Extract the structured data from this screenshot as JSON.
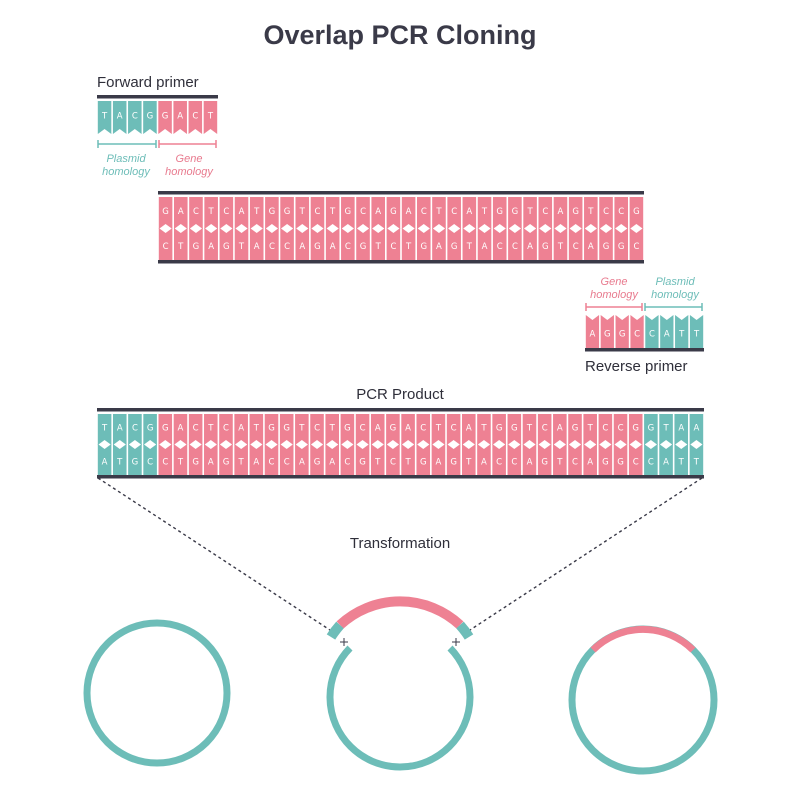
{
  "title": "Overlap PCR Cloning",
  "forward_primer": {
    "label": "Forward primer",
    "bases": [
      "T",
      "A",
      "C",
      "G",
      "G",
      "A",
      "C",
      "T"
    ],
    "plasmid_homology": [
      "Plasmid",
      "homology"
    ],
    "gene_homology": [
      "Gene",
      "homology"
    ]
  },
  "gene": {
    "top": [
      "G",
      "A",
      "C",
      "T",
      "C",
      "A",
      "T",
      "G",
      "G",
      "T",
      "C",
      "T",
      "G",
      "C",
      "A",
      "G",
      "A",
      "C",
      "T",
      "C",
      "A",
      "T",
      "G",
      "G",
      "T",
      "C",
      "A",
      "G",
      "T",
      "C",
      "C",
      "G"
    ],
    "bottom": [
      "C",
      "T",
      "G",
      "A",
      "G",
      "T",
      "A",
      "C",
      "C",
      "A",
      "G",
      "A",
      "C",
      "G",
      "T",
      "C",
      "T",
      "G",
      "A",
      "G",
      "T",
      "A",
      "C",
      "C",
      "A",
      "G",
      "T",
      "C",
      "A",
      "G",
      "G",
      "C"
    ]
  },
  "reverse_primer": {
    "label": "Reverse primer",
    "bases": [
      "A",
      "G",
      "G",
      "C",
      "C",
      "A",
      "T",
      "T"
    ],
    "gene_homology": [
      "Gene",
      "homology"
    ],
    "plasmid_homology": [
      "Plasmid",
      "homology"
    ]
  },
  "pcr_product": {
    "label": "PCR Product",
    "top": [
      "T",
      "A",
      "C",
      "G",
      "G",
      "A",
      "C",
      "T",
      "C",
      "A",
      "T",
      "G",
      "G",
      "T",
      "C",
      "T",
      "G",
      "C",
      "A",
      "G",
      "A",
      "C",
      "T",
      "C",
      "A",
      "T",
      "G",
      "G",
      "T",
      "C",
      "A",
      "G",
      "T",
      "C",
      "C",
      "G",
      "G",
      "T",
      "A",
      "A"
    ],
    "bottom": [
      "A",
      "T",
      "G",
      "C",
      "C",
      "T",
      "G",
      "A",
      "G",
      "T",
      "A",
      "C",
      "C",
      "A",
      "G",
      "A",
      "C",
      "G",
      "T",
      "C",
      "T",
      "G",
      "A",
      "G",
      "T",
      "A",
      "C",
      "C",
      "A",
      "G",
      "T",
      "C",
      "A",
      "G",
      "G",
      "C",
      "C",
      "A",
      "T",
      "T"
    ]
  },
  "transformation_label": "Transformation",
  "colors": {
    "teal": "#6dbdb8",
    "pink": "#ee8193",
    "dark": "#3a3a48",
    "white": "#ffffff"
  }
}
